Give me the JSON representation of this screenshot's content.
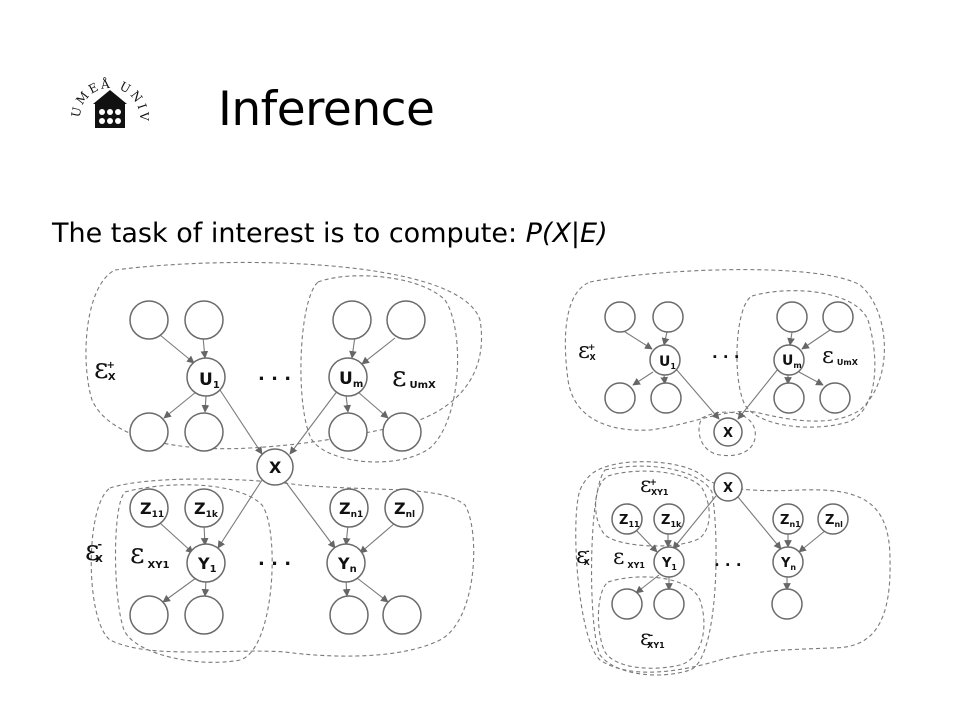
{
  "slide": {
    "title": "Inference",
    "subtitle_prefix": "The task of interest is to compute: ",
    "subtitle_expr": "P(X|E)",
    "logo_text": "UMEÅ UNIVERSITET"
  },
  "diagram_left": {
    "nodes": {
      "u1": "U",
      "u1_sub": "1",
      "um": "U",
      "um_sub": "m",
      "x": "X",
      "z11": "Z",
      "z11_sub": "11",
      "z1k": "Z",
      "z1k_sub": "1k",
      "zn1": "Z",
      "zn1_sub": "n1",
      "znl": "Z",
      "znl_sub": "nl",
      "y1": "Y",
      "y1_sub": "1",
      "yn": "Y",
      "yn_sub": "n"
    },
    "labels": {
      "ex_plus": "ε",
      "ex_plus_sub": "X",
      "ex_plus_sup": "+",
      "eumx": "ε",
      "eumx_sub": "UmX",
      "ex_minus": "ε",
      "ex_minus_sub": "X",
      "ex_minus_sup": "-",
      "exy1": "ε",
      "exy1_sub": "XY1",
      "dots": ". . ."
    }
  },
  "diagram_top_right": {
    "nodes": {
      "u1": "U",
      "u1_sub": "1",
      "um": "U",
      "um_sub": "m",
      "x": "X"
    },
    "labels": {
      "ex_plus": "ε",
      "ex_plus_sub": "X",
      "ex_plus_sup": "+",
      "eumx": "ε",
      "eumx_sub": "UmX",
      "dots": ". . ."
    }
  },
  "diagram_bottom_right": {
    "nodes": {
      "x": "X",
      "z11": "Z",
      "z11_sub": "11",
      "z1k": "Z",
      "z1k_sub": "1k",
      "zn1": "Z",
      "zn1_sub": "n1",
      "znl": "Z",
      "znl_sub": "nl",
      "y1": "Y",
      "y1_sub": "1",
      "yn": "Y",
      "yn_sub": "n"
    },
    "labels": {
      "exy1_plus": "ε",
      "exy1_plus_sub": "XY1",
      "exy1_plus_sup": "+",
      "ex_minus": "ε",
      "ex_minus_sub": "X",
      "ex_minus_sup": "-",
      "exy1": "ε",
      "exy1_sub": "XY1",
      "exy1_minus": "ε",
      "exy1_minus_sub": "XY1",
      "exy1_minus_sup": "-",
      "dots": ". . ."
    }
  }
}
